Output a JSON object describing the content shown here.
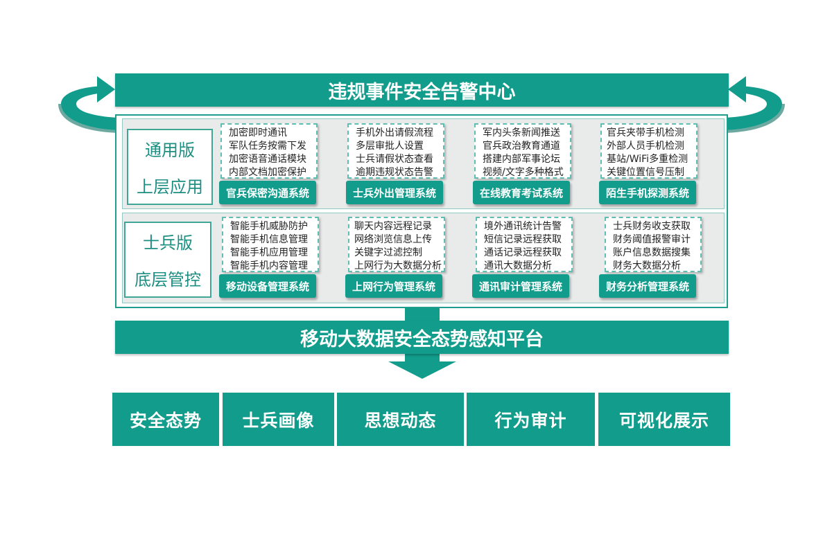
{
  "top_banner": "违规事件安全告警中心",
  "mid_banner": "移动大数据安全态势感知平台",
  "rows": [
    {
      "label_line1": "通用版",
      "label_line2": "上层应用",
      "systems": [
        {
          "name": "官兵保密沟通系统",
          "features": [
            "加密即时通讯",
            "军队任务按需下发",
            "加密语音通话模块",
            "内部文档加密保护"
          ]
        },
        {
          "name": "士兵外出管理系统",
          "features": [
            "手机外出请假流程",
            "多层审批人设置",
            "士兵请假状态查看",
            "逾期违规状态告警"
          ]
        },
        {
          "name": "在线教育考试系统",
          "features": [
            "军内头条新闻推送",
            "官兵政治教育通道",
            "搭建内部军事论坛",
            "视频/文字多种格式"
          ]
        },
        {
          "name": "陌生手机探测系统",
          "features": [
            "官兵夹带手机检测",
            "外部人员手机检测",
            "基站/WiFi多重检测",
            "关键位置信号压制"
          ]
        }
      ]
    },
    {
      "label_line1": "士兵版",
      "label_line2": "底层管控",
      "systems": [
        {
          "name": "移动设备管理系统",
          "features": [
            "智能手机威胁防护",
            "智能手机信息管理",
            "智能手机应用管理",
            "智能手机内容管理"
          ]
        },
        {
          "name": "上网行为管理系统",
          "features": [
            "聊天内容远程记录",
            "网络浏览信息上传",
            "关键字过滤控制",
            "上网行为大数据分析"
          ]
        },
        {
          "name": "通讯审计管理系统",
          "features": [
            "境外通讯统计告警",
            "短信记录远程获取",
            "通话记录远程获取",
            "通讯大数据分析"
          ]
        },
        {
          "name": "财务分析管理系统",
          "features": [
            "士兵财务收支获取",
            "财务阈值报警审计",
            "账户信息数据搜集",
            "财务大数据分析"
          ]
        }
      ]
    }
  ],
  "bottom_items": [
    "安全态势",
    "士兵画像",
    "思想动态",
    "行为审计",
    "可视化展示"
  ],
  "colors": {
    "teal": "#129c8c",
    "panel": "#e9ebea",
    "label_text": "#1d8f82"
  }
}
